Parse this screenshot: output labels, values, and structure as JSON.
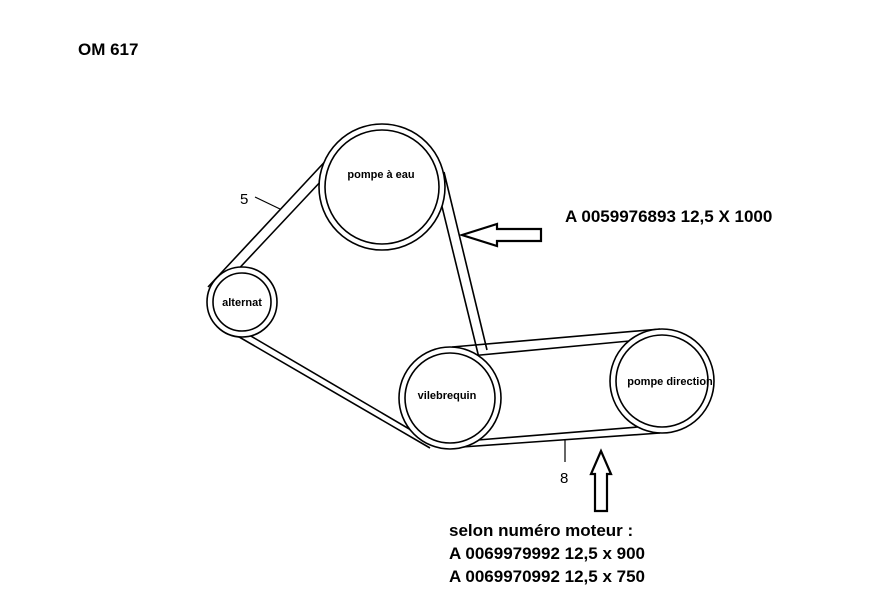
{
  "title": "OM 617",
  "pulleys": {
    "water_pump": "pompe à eau",
    "alternator": "alternat",
    "crankshaft": "vilebrequin",
    "power_steering": "pompe direction"
  },
  "belt_labels": {
    "belt_5": "5",
    "belt_8": "8"
  },
  "reference_belt_5": "A 0059976893  12,5 X 1000",
  "note": {
    "heading": "selon numéro moteur :",
    "line1": "A 0069979992 12,5 x 900",
    "line2": "A 0069970992 12,5 x 750"
  }
}
